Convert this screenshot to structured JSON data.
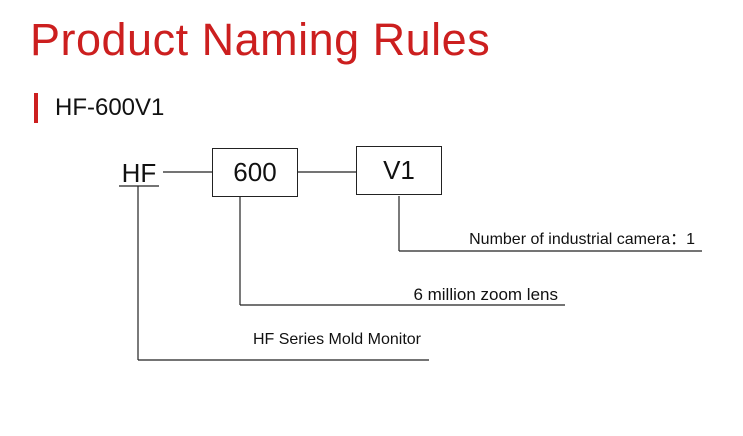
{
  "title": "Product Naming Rules",
  "section": {
    "model": "HF-600V1"
  },
  "diagram": {
    "segments": [
      "HF",
      "600",
      "V1"
    ],
    "notes": {
      "camera": "Number of industrial camera：1",
      "lens": "6 million zoom lens",
      "series": "HF Series Mold Monitor"
    }
  },
  "colors": {
    "accent": "#cc1f1f",
    "text": "#111111",
    "line": "#222222"
  }
}
